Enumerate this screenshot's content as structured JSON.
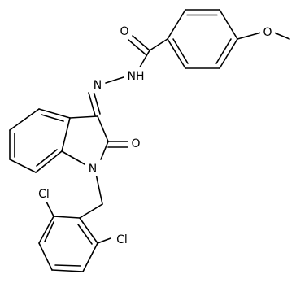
{
  "molecule": {
    "atoms": {
      "o_carbonyl": "O",
      "o_methoxy": "O",
      "nh": "NH",
      "n_hydrazone": "N",
      "o_oxo": "O",
      "n_ring": "N",
      "cl_top": "Cl",
      "cl_bottom": "Cl"
    }
  }
}
